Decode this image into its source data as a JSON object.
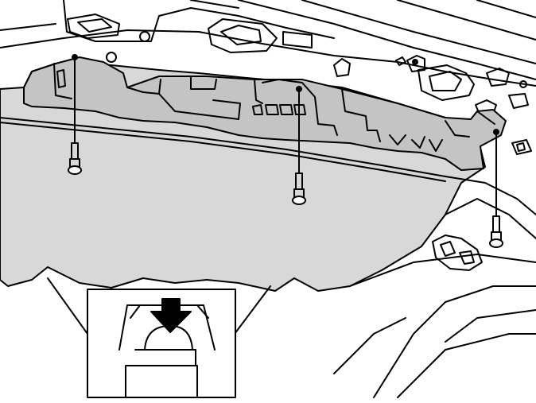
{
  "diagram": {
    "colors": {
      "line": "#000000",
      "panel_fill": "#d8d8d8",
      "panel_dark": "#c4c4c4",
      "background": "#ffffff"
    },
    "fasteners": [
      {
        "id": "bolt-left",
        "kind": "screw"
      },
      {
        "id": "bolt-center",
        "kind": "screw"
      },
      {
        "id": "bolt-right",
        "kind": "screw"
      }
    ],
    "detail_inset": {
      "shows": "clip-release",
      "icon": "arrow-down-icon"
    }
  }
}
